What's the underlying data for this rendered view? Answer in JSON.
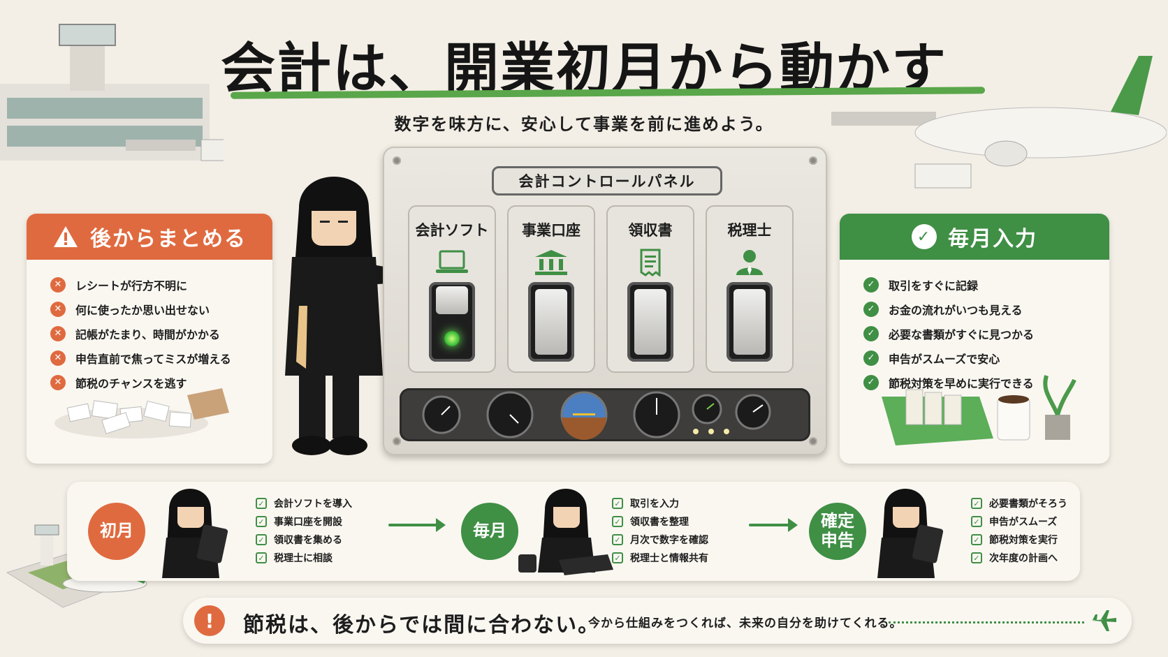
{
  "title": "会計は、開業初月から動かす",
  "subtitle": "数字を味方に、安心して事業を前に進めよう。",
  "left_card": {
    "heading": "後からまとめる",
    "items": [
      "レシートが行方不明に",
      "何に使ったか思い出せない",
      "記帳がたまり、時間がかかる",
      "申告直前で焦ってミスが増える",
      "節税のチャンスを逃す"
    ]
  },
  "right_card": {
    "heading": "毎月入力",
    "items": [
      "取引をすぐに記録",
      "お金の流れがいつも見える",
      "必要な書類がすぐに見つかる",
      "申告がスムーズで安心",
      "節税対策を早めに実行できる"
    ]
  },
  "panel": {
    "title": "会計コントロールパネル",
    "switches": [
      {
        "label": "会計ソフト",
        "icon": "laptop-icon",
        "state": "on"
      },
      {
        "label": "事業口座",
        "icon": "bank-icon",
        "state": "off"
      },
      {
        "label": "領収書",
        "icon": "receipt-icon",
        "state": "off"
      },
      {
        "label": "税理士",
        "icon": "advisor-icon",
        "state": "off"
      }
    ]
  },
  "timeline": {
    "steps": [
      {
        "label": "初月",
        "color": "#e06a3f",
        "items": [
          "会計ソフトを導入",
          "事業口座を開設",
          "領収書を集める",
          "税理士に相談"
        ]
      },
      {
        "label": "毎月",
        "color": "#3f8f45",
        "items": [
          "取引を入力",
          "領収書を整理",
          "月次で数字を確認",
          "税理士と情報共有"
        ]
      },
      {
        "label_line1": "確定",
        "label_line2": "申告",
        "color": "#3f8f45",
        "items": [
          "必要書類がそろう",
          "申告がスムーズ",
          "節税対策を実行",
          "次年度の計画へ"
        ]
      }
    ]
  },
  "footer": {
    "icon": "exclamation-icon",
    "main": "節税は、後からでは間に合わない。",
    "sub": "今から仕組みをつくれば、未来の自分を助けてくれる。"
  },
  "colors": {
    "orange": "#e06a3f",
    "green": "#3f8f45",
    "background": "#f3efe6"
  }
}
